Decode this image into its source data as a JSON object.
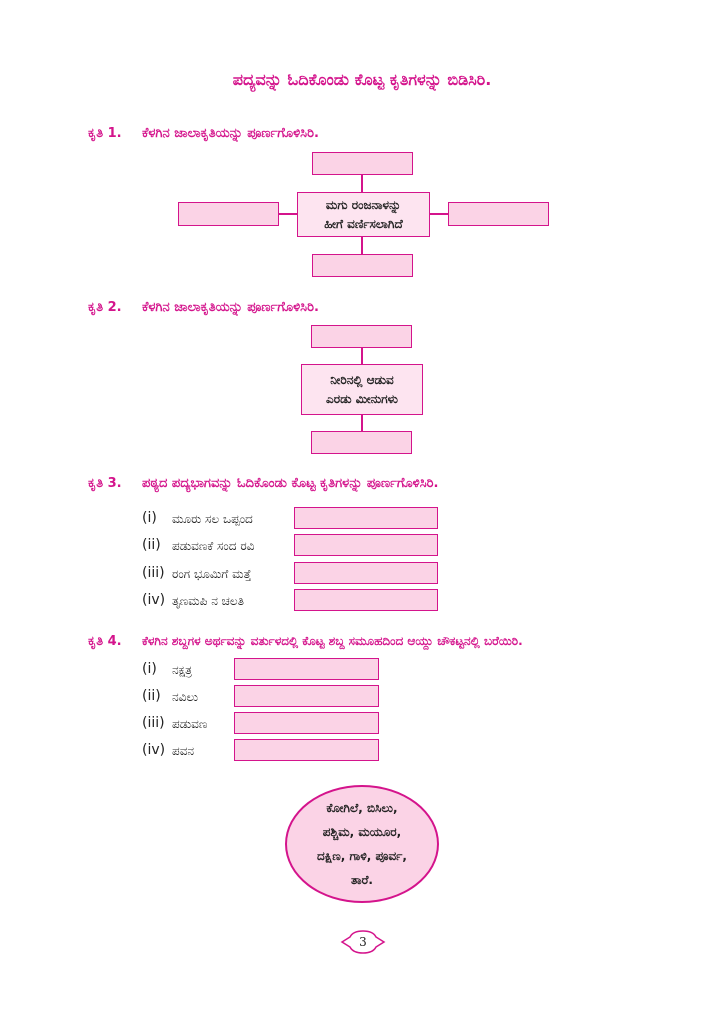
{
  "title": "ಪದ್ಯವನ್ನು ಓದಿಕೊಂಡು ಕೊಟ್ಟ ಕೃತಿಗಳನ್ನು ಬಿಡಿಸಿರಿ.",
  "q1": {
    "label": "ಕೃತಿ 1.",
    "text": "ಕೆಳಗಿನ ಜಾಲಾಕೃತಿಯನ್ನು ಪೂರ್ಣಗೊಳಿಸಿರಿ.",
    "center_line1": "ಮಗು ರಂಜನಾಳನ್ನು",
    "center_line2": "ಹೀಗೆ ವರ್ಣಿಸಲಾಗಿದೆ"
  },
  "q2": {
    "label": "ಕೃತಿ 2.",
    "text": "ಕೆಳಗಿನ ಜಾಲಾಕೃತಿಯನ್ನು ಪೂರ್ಣಗೊಳಿಸಿರಿ.",
    "center_line1": "ನೀರಿನಲ್ಲಿ ಆಡುವ",
    "center_line2": "ಎರಡು ಮೀನುಗಳು"
  },
  "q3": {
    "label": "ಕೃತಿ 3.",
    "text": "ಪಠ್ಯದ ಪದ್ಯಭಾಗವನ್ನು ಓದಿಕೊಂಡು ಕೊಟ್ಟ ಕೃತಿಗಳನ್ನು ಪೂರ್ಣಗೊಳಿಸಿರಿ.",
    "items": [
      {
        "no": "(i)",
        "text": "ಮೂರು ಸಲ ಒಪ್ಪಂದ"
      },
      {
        "no": "(ii)",
        "text": "ಪಡುವಣಕೆ ಸಂದ ರವಿ"
      },
      {
        "no": "(iii)",
        "text": "ರಂಗ ಭೂಮಿಗೆ ಮತ್ತೆ"
      },
      {
        "no": "(iv)",
        "text": "ತೃಣಮಪಿ ನ ಚಲತಿ"
      }
    ]
  },
  "q4": {
    "label": "ಕೃತಿ 4.",
    "text": "ಕೆಳಗಿನ ಶಬ್ದಗಳ ಅರ್ಥವನ್ನು ವರ್ತುಳದಲ್ಲಿ ಕೊಟ್ಟ ಶಬ್ದ ಸಮೂಹದಿಂದ ಆಯ್ದು ಚೌಕಟ್ಟನಲ್ಲಿ ಬರೆಯಿರಿ.",
    "items": [
      {
        "no": "(i)",
        "text": "ನಕ್ಷತ್ರ"
      },
      {
        "no": "(ii)",
        "text": "ನವಿಲು"
      },
      {
        "no": "(iii)",
        "text": "ಪಡುವಣ"
      },
      {
        "no": "(iv)",
        "text": "ಪವನ"
      }
    ],
    "word_bank": [
      "ಕೋಗಿಲೆ, ಬಿಸಿಲು,",
      "ಪಶ್ಚಿಮ, ಮಯೂರ,",
      "ದಕ್ಷಿಣ, ಗಾಳಿ, ಪೂರ್ವ,",
      "ತಾರೆ."
    ]
  },
  "page_number": "3",
  "colors": {
    "accent": "#d4148c",
    "fill": "#fbd3e6"
  }
}
